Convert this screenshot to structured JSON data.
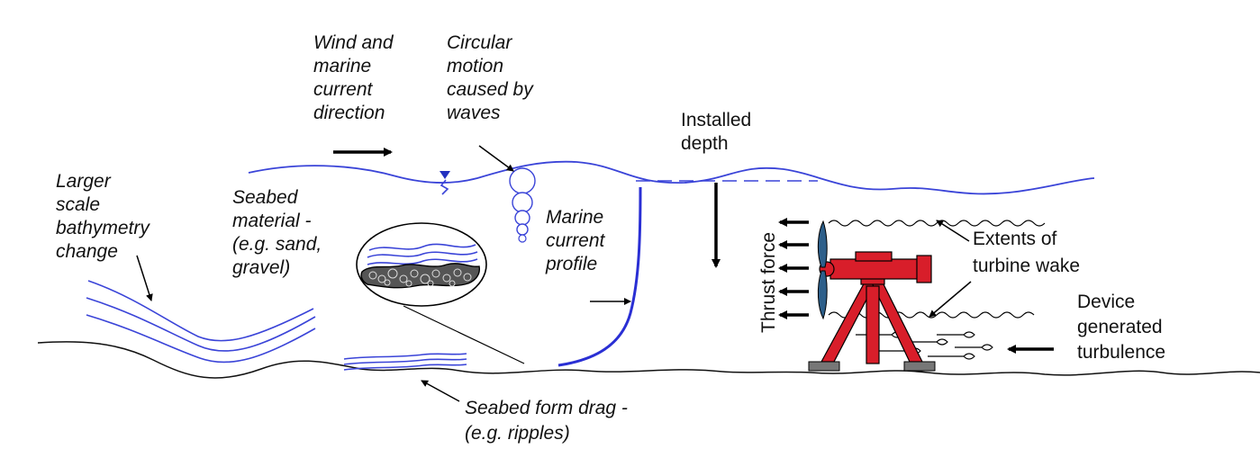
{
  "labels": {
    "wind": [
      "Wind and",
      "marine",
      "current",
      "direction"
    ],
    "circular": [
      "Circular",
      "motion",
      "caused by",
      "waves"
    ],
    "installed": [
      "Installed",
      "depth"
    ],
    "bathymetry": [
      "Larger",
      "scale",
      "bathymetry",
      "change"
    ],
    "seabed_material": [
      "Seabed",
      "material -",
      "(e.g. sand,",
      "gravel)"
    ],
    "current_profile": [
      "Marine",
      "current",
      "profile"
    ],
    "thrust": "Thrust force",
    "wake": [
      "Extents of",
      "turbine wake"
    ],
    "turbulence": [
      "Device",
      "generated",
      "turbulence"
    ],
    "form_drag": [
      "Seabed form drag -",
      "(e.g. ripples)"
    ]
  },
  "colors": {
    "water": "#3a44d8",
    "turbine": "#d81e2a",
    "blade": "#2d5f8a",
    "ground": "#111111"
  }
}
